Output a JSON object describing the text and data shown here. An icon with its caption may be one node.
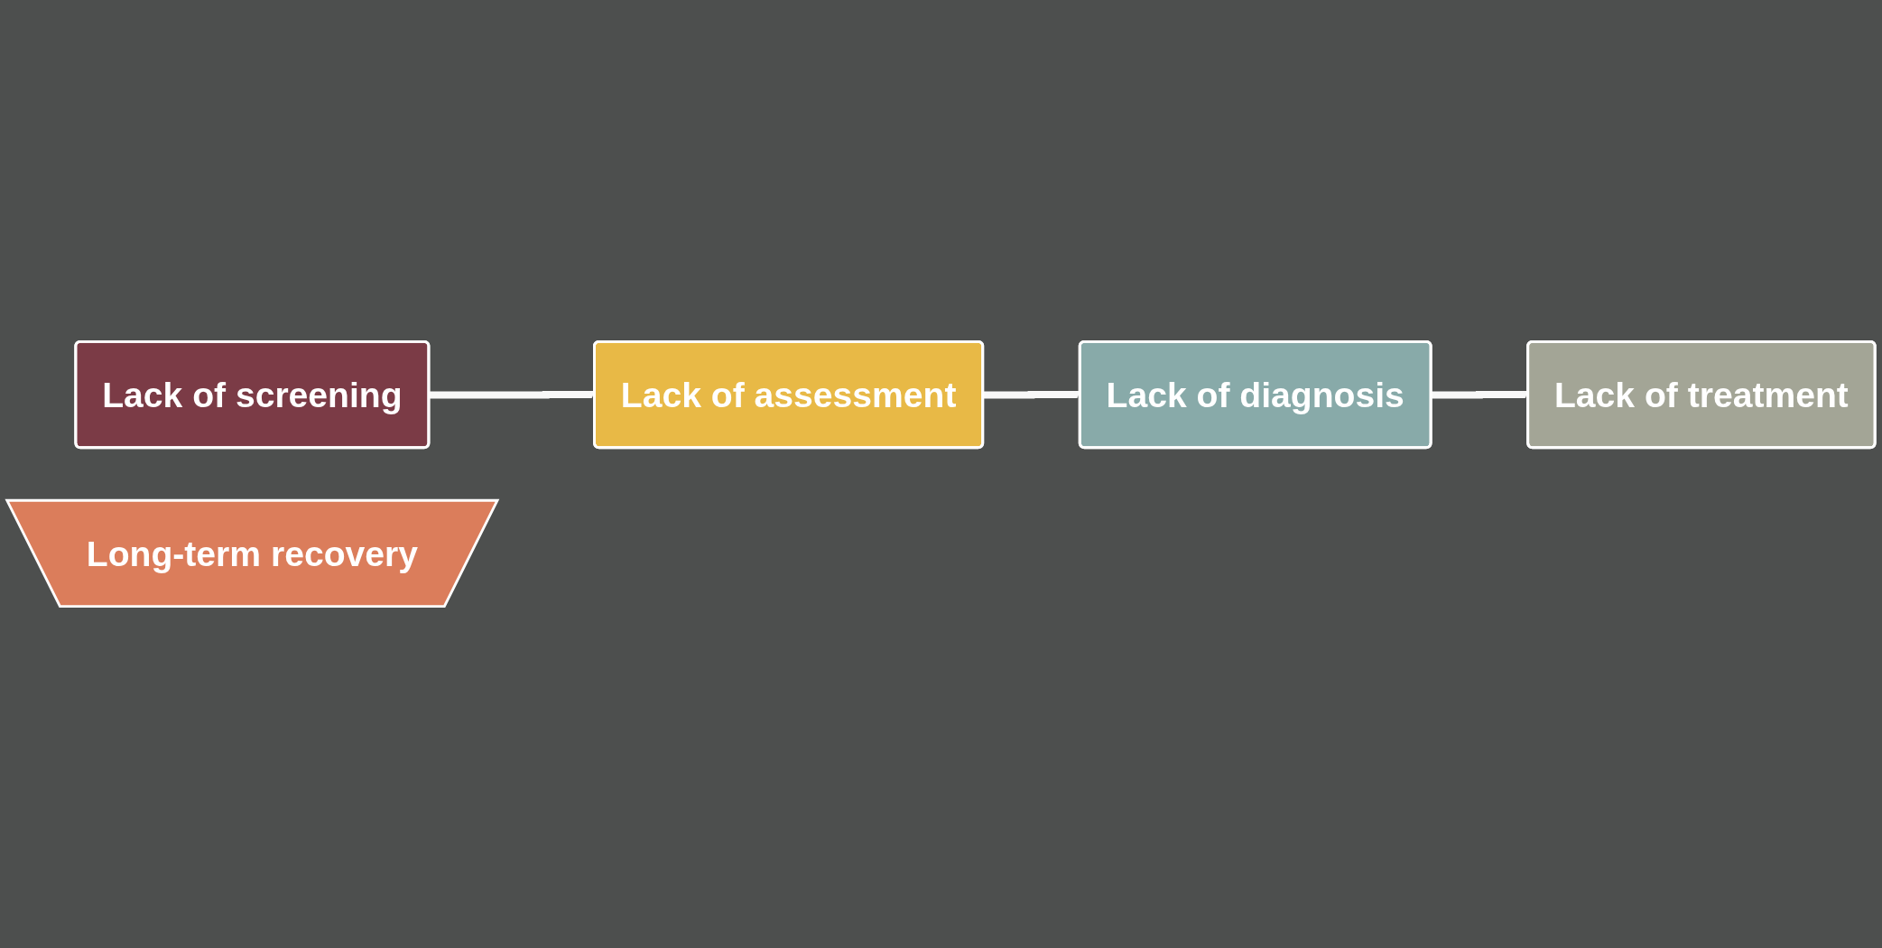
{
  "diagram": {
    "nodes": [
      {
        "text": [
          "Lack of screening"
        ]
      },
      {
        "text": [
          "Lack of assessment"
        ]
      },
      {
        "text": [
          "Lack of diagnosis"
        ]
      },
      {
        "text": [
          "Lack of treatment"
        ]
      },
      {
        "text": [
          "Long-term recovery"
        ]
      }
    ],
    "edges": [
      {
        "from": 0,
        "to": 1,
        "arrow": "to"
      },
      {
        "from": 1,
        "to": 2,
        "arrow": "to"
      },
      {
        "from": 2,
        "to": 3,
        "arrow": "to"
      }
    ]
  }
}
